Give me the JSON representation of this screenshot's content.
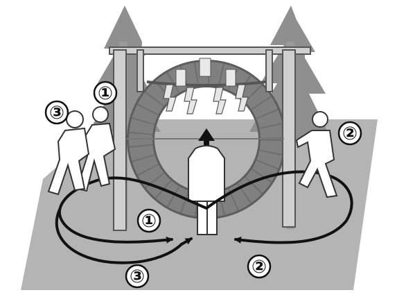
{
  "markers": {
    "step1": "①",
    "step2": "②",
    "step3": "③"
  },
  "colors": {
    "ground": "#b4b4b4",
    "ring": "#808080",
    "ring_dark": "#5d5d5d",
    "wood": "#bdbdbd",
    "foliage": "#8f8f8f",
    "path": "#111111"
  },
  "icons": {
    "ring": "chinowa-ring",
    "gate": "torii-gate",
    "figure": "person-icon"
  }
}
